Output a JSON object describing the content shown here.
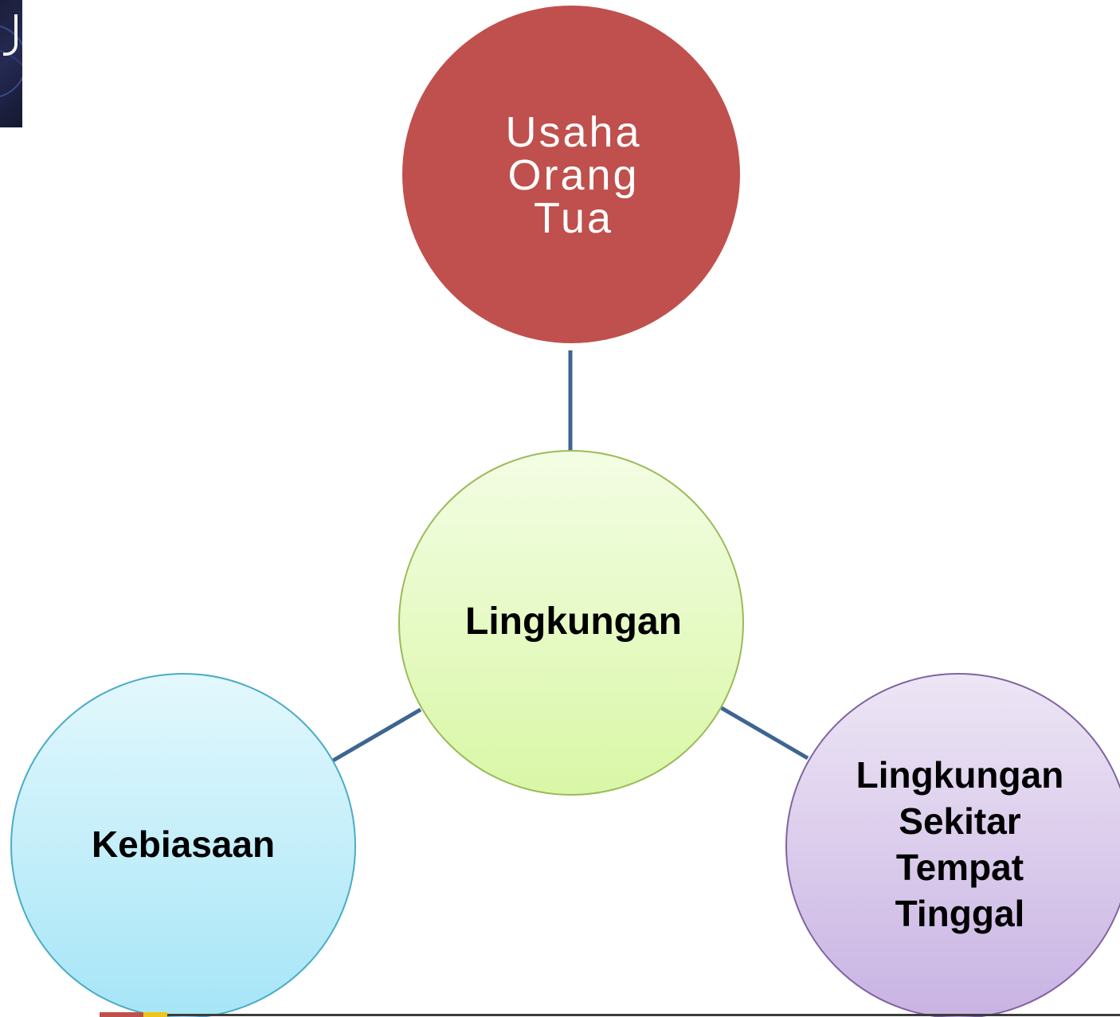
{
  "diagram": {
    "nodes": {
      "top": {
        "label": "Usaha\nOrang\nTua",
        "fill": "#c0504d"
      },
      "center": {
        "label": "Lingkungan",
        "fill_top": "#f3fde4",
        "fill_bottom": "#d9f7a6",
        "stroke": "#9bbb59"
      },
      "left": {
        "label": "Kebiasaan",
        "fill_top": "#e3f8fd",
        "fill_bottom": "#a6e5f7",
        "stroke": "#4bacc6"
      },
      "right": {
        "label": "Lingkungan\nSekitar\nTempat\nTinggal",
        "fill_top": "#ede6f5",
        "fill_bottom": "#c9b3e3",
        "stroke": "#8064a2"
      }
    },
    "connector_color": "#3e6592"
  }
}
